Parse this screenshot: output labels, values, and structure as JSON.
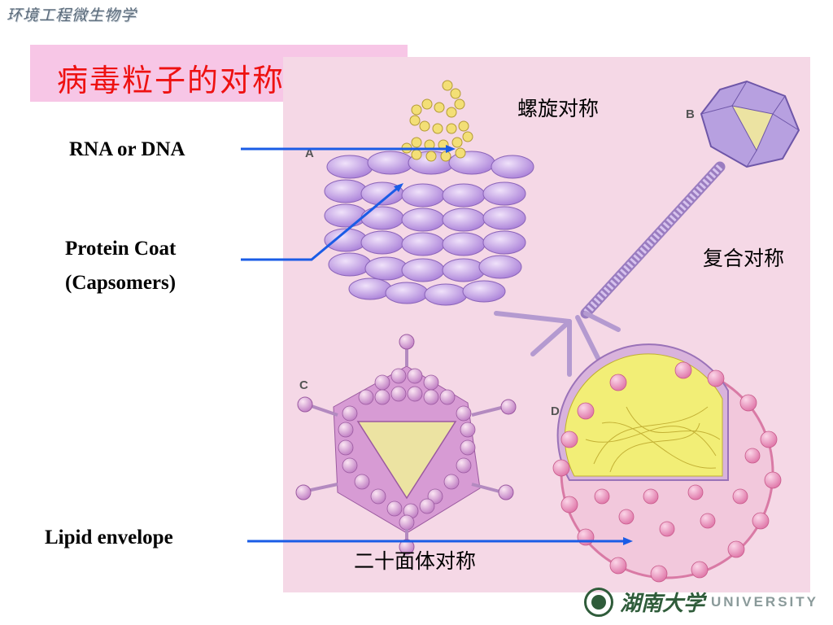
{
  "header": {
    "course_tag": "环境工程微生物学"
  },
  "title": "病毒粒子的对称体质",
  "labels": {
    "rna_dna": "RNA or DNA",
    "protein_coat_line1": "Protein Coat",
    "protein_coat_line2": "(Capsomers)",
    "lipid_envelope": "Lipid envelope"
  },
  "symmetry_labels": {
    "helical": "螺旋对称",
    "complex": "复合对称",
    "icosahedral": "二十面体对称"
  },
  "panel_letters": {
    "a": "A",
    "b": "B",
    "c": "C",
    "d": "D"
  },
  "footer": {
    "logo_script": "湖南大学",
    "logo_word": "UNIVERSITY"
  },
  "colors": {
    "title_bg": "#f7c6e6",
    "title_text": "#ee1111",
    "figure_bg": "#f5d8e6",
    "arrow": "#1a5ce6",
    "capsomer": "#c9a2e6",
    "nucleic_acid": "#f0e070"
  }
}
